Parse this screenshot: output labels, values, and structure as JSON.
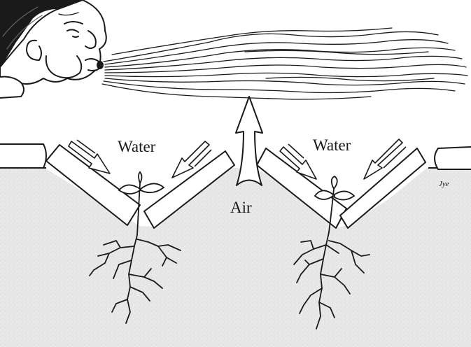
{
  "labels": {
    "water_left": "Water",
    "water_right": "Water",
    "air": "Air",
    "signature": "Jye"
  },
  "icons": {
    "face": "blowing-face-icon",
    "plant_left": "seedling-icon",
    "plant_right": "seedling-icon"
  },
  "colors": {
    "ink": "#1a1a1a",
    "soil": "#e9e9e9",
    "paper": "#ffffff"
  }
}
